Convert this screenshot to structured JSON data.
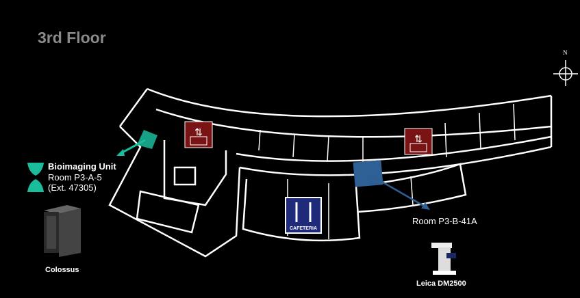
{
  "floor_title": "3rd Floor",
  "compass": {
    "label": "N"
  },
  "bioimaging": {
    "name": "Bioimaging Unit",
    "room": "Room P3-A-5",
    "ext": "(Ext. 47305)",
    "color": "#1abc9c"
  },
  "colossus": {
    "label": "Colossus"
  },
  "microscope": {
    "room": "Room P3-B-41A",
    "label": "Leica DM2500",
    "color": "#2e5f95"
  },
  "cafeteria": {
    "label": "CAFETERIA",
    "color": "#1f2a7a"
  },
  "elevator": {
    "color": "#7a1414"
  }
}
